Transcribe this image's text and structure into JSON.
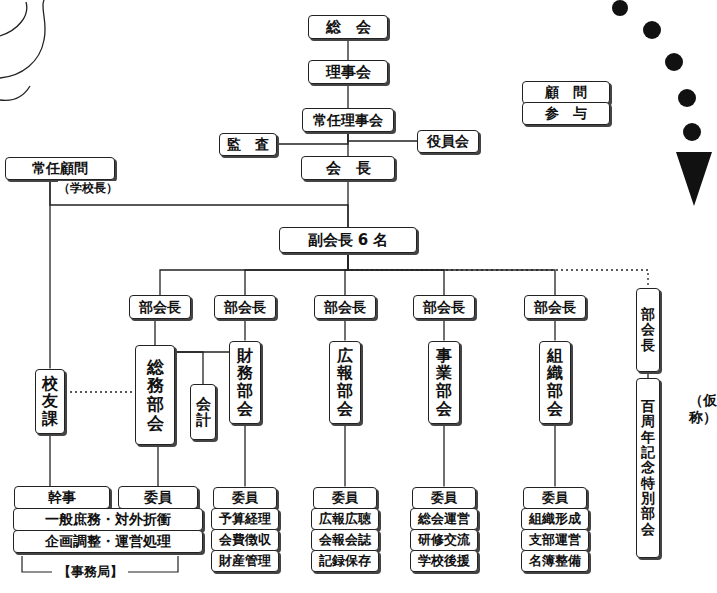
{
  "diagram": {
    "nodes": [
      {
        "text": [
          "総　会"
        ]
      },
      {
        "text": [
          "理事会"
        ]
      },
      {
        "text": [
          "顧　問"
        ]
      },
      {
        "text": [
          "参　与"
        ]
      },
      {
        "text": [
          "常任理事会"
        ]
      },
      {
        "text": [
          "監　査"
        ]
      },
      {
        "text": [
          "役員会"
        ]
      },
      {
        "text": [
          "常任顧問"
        ]
      },
      {
        "text": [
          "会　長"
        ]
      },
      {
        "text": [
          "副会長 6 名"
        ]
      },
      {
        "text": [
          "部会長"
        ]
      },
      {
        "text": [
          "部会長"
        ]
      },
      {
        "text": [
          "部会長"
        ]
      },
      {
        "text": [
          "部会長"
        ]
      },
      {
        "text": [
          "部会長"
        ]
      },
      {
        "text": [
          "部会長"
        ]
      },
      {
        "text": [
          "校友課"
        ]
      },
      {
        "text": [
          "総務部会"
        ]
      },
      {
        "text": [
          "会計"
        ]
      },
      {
        "text": [
          "財務部会"
        ]
      },
      {
        "text": [
          "広報部会"
        ]
      },
      {
        "text": [
          "事業部会"
        ]
      },
      {
        "text": [
          "組織部会"
        ]
      },
      {
        "text": [
          "百周年記念特別部会"
        ]
      },
      {
        "text": [
          "幹事"
        ]
      },
      {
        "text": [
          "委員"
        ]
      },
      {
        "text": [
          "一般庶務・対外折衝"
        ]
      },
      {
        "text": [
          "企画調整・運営処理"
        ]
      },
      {
        "text": [
          "委員"
        ]
      },
      {
        "text": [
          "予算経理"
        ]
      },
      {
        "text": [
          "会費徴収"
        ]
      },
      {
        "text": [
          "財産管理"
        ]
      },
      {
        "text": [
          "委員"
        ]
      },
      {
        "text": [
          "広報広聴"
        ]
      },
      {
        "text": [
          "会報会誌"
        ]
      },
      {
        "text": [
          "記録保存"
        ]
      },
      {
        "text": [
          "委員"
        ]
      },
      {
        "text": [
          "総会運営"
        ]
      },
      {
        "text": [
          "研修交流"
        ]
      },
      {
        "text": [
          "学校後援"
        ]
      },
      {
        "text": [
          "委員"
        ]
      },
      {
        "text": [
          "組織形成"
        ]
      },
      {
        "text": [
          "支部運営"
        ]
      },
      {
        "text": [
          "名簿整備"
        ]
      }
    ],
    "edges": [
      {
        "from": 0,
        "to": 1,
        "arrow": "none"
      },
      {
        "from": 1,
        "to": 4,
        "arrow": "none"
      },
      {
        "from": 4,
        "to": 5,
        "arrow": "none"
      },
      {
        "from": 4,
        "to": 6,
        "arrow": "none"
      },
      {
        "from": 4,
        "to": 8,
        "arrow": "none"
      },
      {
        "from": 8,
        "to": 9,
        "arrow": "none"
      },
      {
        "from": 7,
        "to": 9,
        "arrow": "none"
      },
      {
        "from": 7,
        "to": 16,
        "arrow": "none"
      },
      {
        "from": 9,
        "to": 10,
        "arrow": "none"
      },
      {
        "from": 9,
        "to": 11,
        "arrow": "none"
      },
      {
        "from": 9,
        "to": 12,
        "arrow": "none"
      },
      {
        "from": 9,
        "to": 13,
        "arrow": "none"
      },
      {
        "from": 9,
        "to": 14,
        "arrow": "none"
      },
      {
        "from": 9,
        "to": 15,
        "arrow": "none"
      },
      {
        "from": 10,
        "to": 17,
        "arrow": "none"
      },
      {
        "from": 11,
        "to": 19,
        "arrow": "none"
      },
      {
        "from": 12,
        "to": 20,
        "arrow": "none"
      },
      {
        "from": 13,
        "to": 21,
        "arrow": "none"
      },
      {
        "from": 14,
        "to": 22,
        "arrow": "none"
      },
      {
        "from": 15,
        "to": 23,
        "arrow": "none"
      },
      {
        "from": 16,
        "to": 17,
        "arrow": "none"
      },
      {
        "from": 17,
        "to": 19,
        "arrow": "none"
      },
      {
        "from": 17,
        "to": 18,
        "arrow": "none"
      },
      {
        "from": 17,
        "to": 25,
        "arrow": "none"
      },
      {
        "from": 16,
        "to": 24,
        "arrow": "none"
      },
      {
        "from": 19,
        "to": 28,
        "arrow": "none"
      },
      {
        "from": 20,
        "to": 32,
        "arrow": "none"
      },
      {
        "from": 21,
        "to": 36,
        "arrow": "none"
      },
      {
        "from": 22,
        "to": 40,
        "arrow": "none"
      }
    ],
    "labels": [
      "（学校長）",
      "（仮称）",
      "【事務局】"
    ]
  }
}
